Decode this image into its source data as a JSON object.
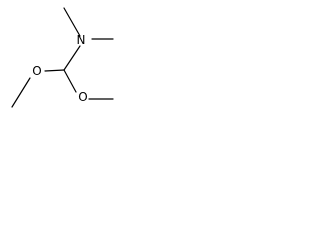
{
  "molecule": {
    "atoms": {
      "nitrogen": "N",
      "oxygen_left": "O",
      "oxygen_right": "O"
    },
    "colors": {
      "line": "#000000",
      "background": "#ffffff"
    }
  }
}
